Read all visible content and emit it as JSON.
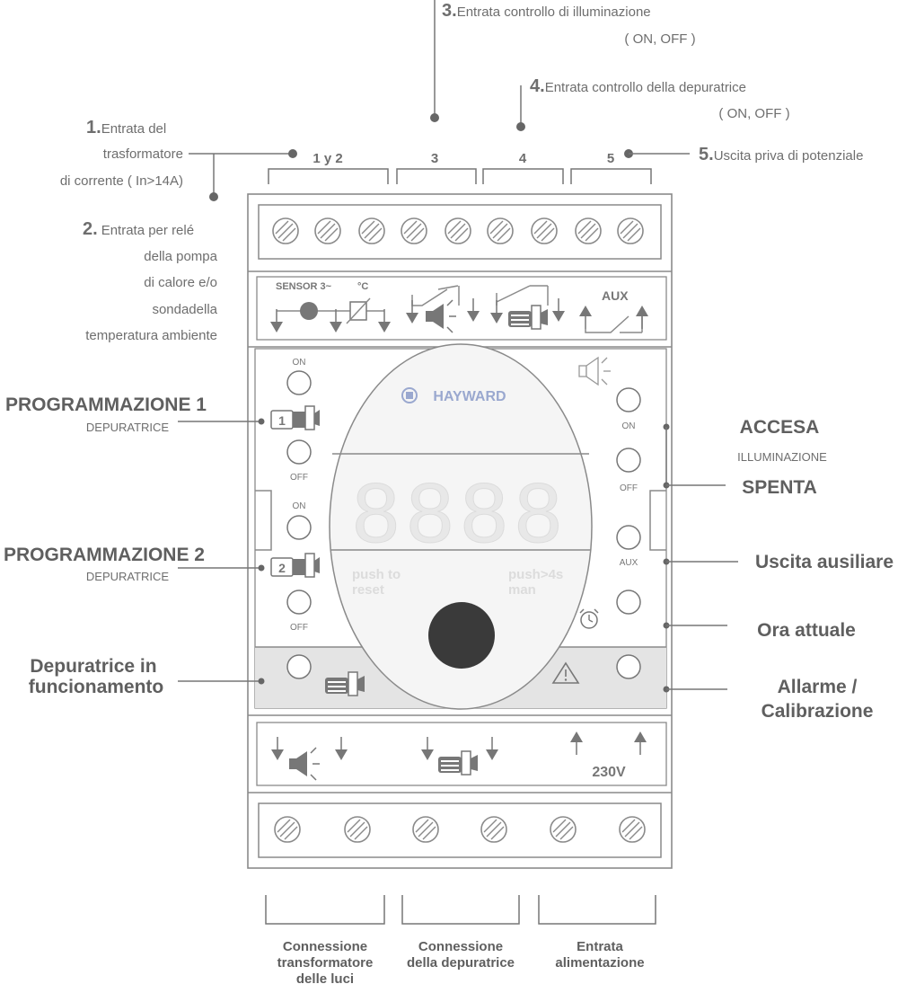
{
  "annotations": {
    "input1": {
      "num": "1.",
      "lines": [
        "Entrata del",
        "trasformatore",
        "di corrente ( In>14A)"
      ]
    },
    "input2": {
      "num": "2.",
      "first": "Entrata per relé",
      "lines": [
        "della pompa",
        "di calore  e/o",
        "sondadella",
        "temperatura ambiente"
      ]
    },
    "input3": {
      "num": "3.",
      "first": "Entrata controllo di illuminazione",
      "second": "( ON, OFF )"
    },
    "input4": {
      "num": "4.",
      "first": "Entrata controllo della depuratrice",
      "second": "( ON, OFF )"
    },
    "output5": {
      "num": "5.",
      "text": "Uscita priva di potenziale"
    }
  },
  "terminals": {
    "t12": "1 y 2",
    "t3": "3",
    "t4": "4",
    "t5": "5"
  },
  "sensor_panel": {
    "sensor": "SENSOR 3~",
    "celsius": "°C",
    "aux": "AUX"
  },
  "brand": "HAYWARD",
  "display": {
    "digits": "8888",
    "push_reset_1": "push to",
    "push_reset_2": "reset",
    "push_man_1": "push>4s",
    "push_man_2": "man"
  },
  "buttons": {
    "on": "ON",
    "off": "OFF",
    "aux": "AUX",
    "prog1_num": "1",
    "prog2_num": "2"
  },
  "left_labels": {
    "prog1_title": "PROGRAMMAZIONE 1",
    "prog1_sub": "DEPURATRICE",
    "prog2_title": "PROGRAMMAZIONE 2",
    "prog2_sub": "DEPURATRICE",
    "pump_running_1": "Depuratrice in",
    "pump_running_2": "funcionamento"
  },
  "right_labels": {
    "on": "ACCESA",
    "lighting": "ILLUMINAZIONE",
    "off": "SPENTA",
    "aux_out": "Uscita ausiliare",
    "clock": "Ora attuale",
    "alarm_1": "Allarme /",
    "alarm_2": "Calibrazione"
  },
  "bottom_panel": {
    "voltage": "230V"
  },
  "bottom_labels": {
    "light_1": "Connessione",
    "light_2": "transformatore",
    "light_3": "delle luci",
    "pump_1": "Connessione",
    "pump_2": "della depuratrice",
    "power_1": "Entrata",
    "power_2": "alimentazione"
  },
  "icons": [
    "screw-terminal-icon",
    "lamp-icon",
    "pump-icon",
    "relay-switch-icon",
    "alarm-clock-icon",
    "warning-triangle-icon",
    "speaker-lamp-icon",
    "hayward-logo-icon"
  ],
  "colors": {
    "line": "#777777",
    "panel_gray": "#e4e4e4",
    "display_digits": "#ececec",
    "knob": "#3a3a3a",
    "logo_blue": "#9aa8cf"
  }
}
